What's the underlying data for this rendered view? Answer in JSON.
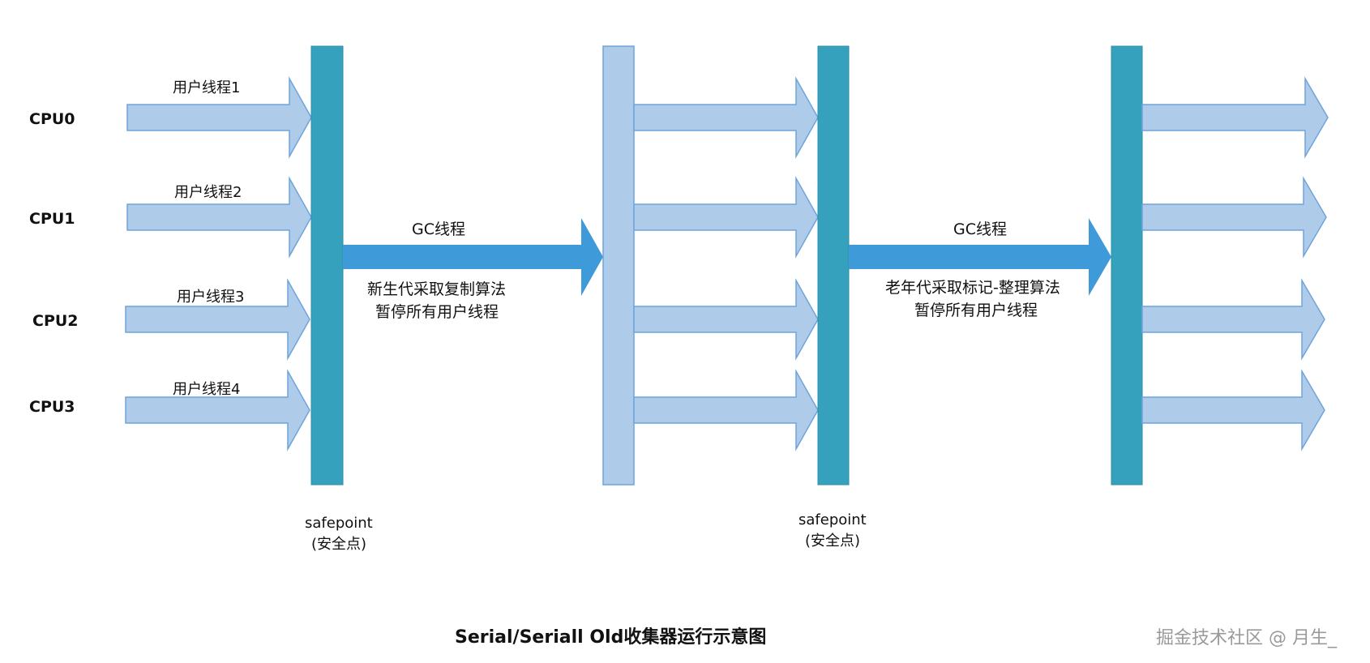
{
  "cpus": [
    "CPU0",
    "CPU1",
    "CPU2",
    "CPU3"
  ],
  "user_threads": [
    "用户线程1",
    "用户线程2",
    "用户线程3",
    "用户线程4"
  ],
  "gc_phases": [
    {
      "label": "GC线程",
      "algorithm": "新生代采取复制算法",
      "pause": "暂停所有用户线程"
    },
    {
      "label": "GC线程",
      "algorithm": "老年代采取标记-整理算法",
      "pause": "暂停所有用户线程"
    }
  ],
  "safepoints": [
    {
      "name": "safepoint",
      "note": "(安全点)"
    },
    {
      "name": "safepoint",
      "note": "(安全点)"
    }
  ],
  "caption": "Serial/Seriall Old收集器运行示意图",
  "watermark": "掘金技术社区 @ 月生_",
  "colors": {
    "safepoint_bar": "#35a1bd",
    "resume_bar": "#aecbea",
    "thread_arrow_fill": "#aecbea",
    "thread_arrow_stroke": "#6fa4da",
    "gc_arrow": "#3f9ad9"
  }
}
